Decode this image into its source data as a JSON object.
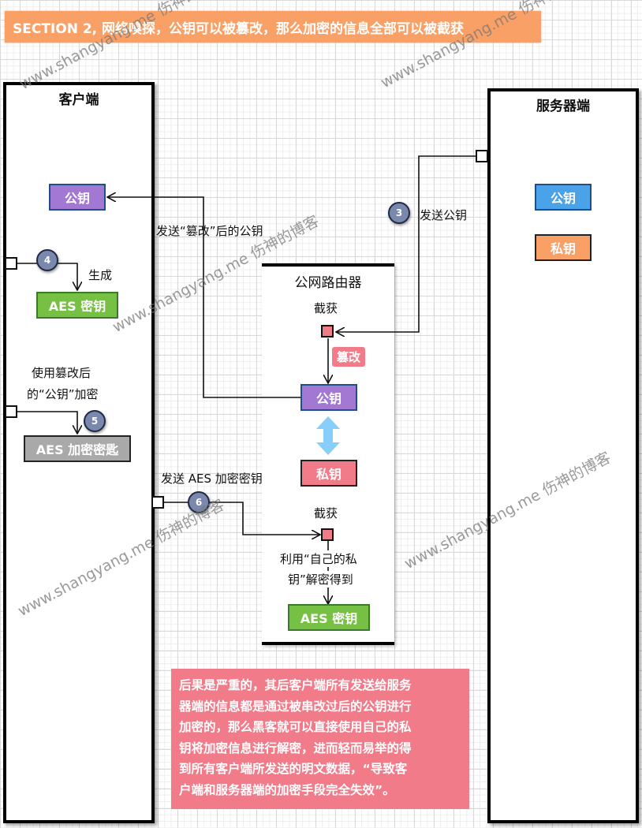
{
  "banner": {
    "title": "SECTION 2, 网络嗅探，公钥可以被篡改，那么加密的信息全部可以被截获",
    "color": "#f9a066"
  },
  "client": {
    "title": "客户端",
    "public_key": "公钥",
    "aes_key": "AES 密钥",
    "generate_label": "生成",
    "encrypt_label_line1": "使用篡改后",
    "encrypt_label_line2": "的“公钥”加密",
    "aes_encrypted_key": "AES 加密密匙"
  },
  "server": {
    "title": "服务器端",
    "public_key": "公钥",
    "private_key": "私钥"
  },
  "router": {
    "title": "公网路由器",
    "intercept_1": "截获",
    "tamper_tag": "篡改",
    "public_key": "公钥",
    "private_key": "私钥",
    "intercept_2": "截获",
    "decrypt_line1": "利用“自己的私",
    "decrypt_line2": "钥”解密得到",
    "aes_key": "AES 密钥"
  },
  "steps": {
    "step3": {
      "number": "3",
      "label": "发送公钥"
    },
    "step4": {
      "number": "4"
    },
    "step5": {
      "number": "5"
    },
    "step6": {
      "number": "6",
      "label": "发送 AES 加密密钥"
    },
    "send_tampered": "发送“篡改”后的公钥"
  },
  "note": {
    "lines": [
      "后果是严重的，其后客户端所有发送给服务",
      "器端的信息都是通过被串改过后的公钥进行",
      "加密的，那么黑客就可以直接使用自己的私",
      "钥将加密信息进行解密，进而轻而易举的得",
      "到所有客户端所发送的明文数据，“导致客",
      "户端和服务器端的加密手段完全失效”。"
    ]
  },
  "watermark": "www.shangyang.me 伤神的博客",
  "colors": {
    "purple_key": "#a378d3",
    "blue_key": "#4aa3e8",
    "orange_key": "#f9a066",
    "pink_key": "#f27b8a",
    "green_key": "#76c043",
    "gray_key": "#a9a9a9",
    "step_circle": "#7a88ad",
    "double_arrow": "#87cefa"
  }
}
